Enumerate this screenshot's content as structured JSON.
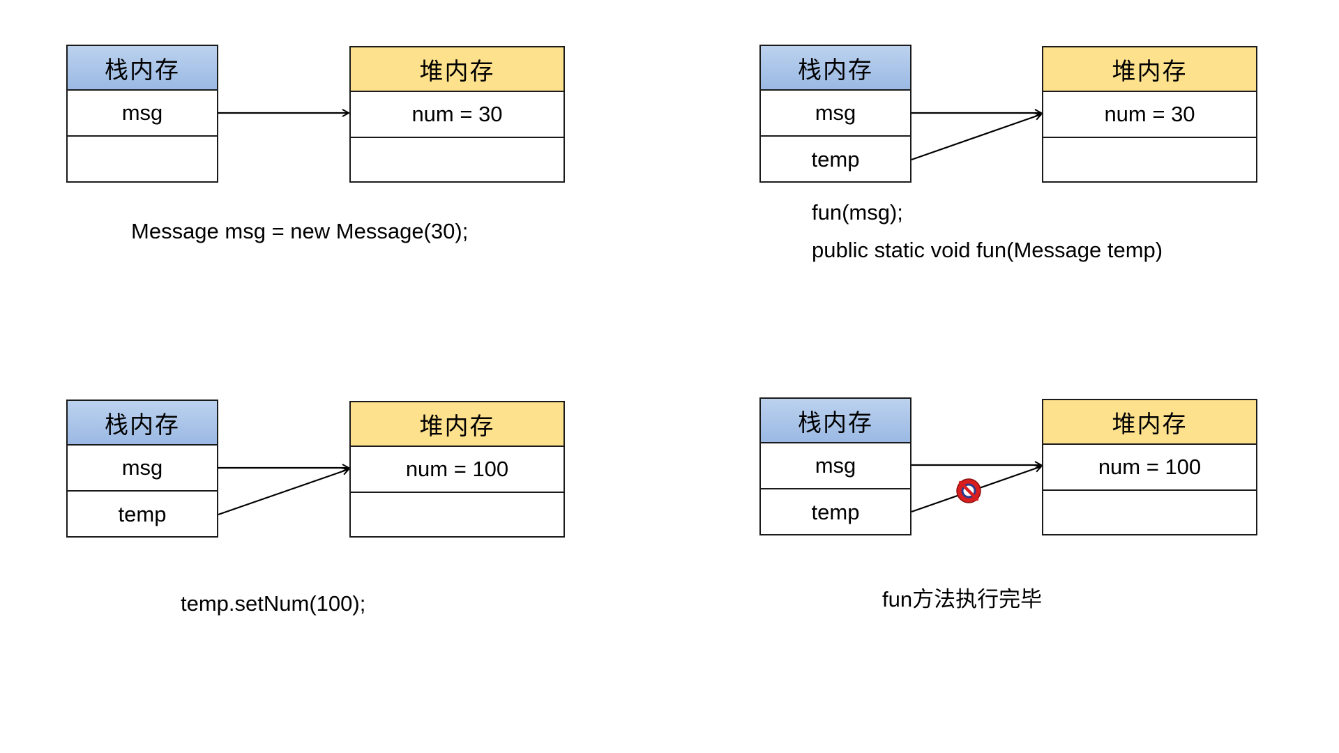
{
  "panels": [
    {
      "stack_header": "栈内存",
      "stack_rows": [
        "msg",
        ""
      ],
      "heap_header": "堆内存",
      "heap_rows": [
        "num = 30",
        ""
      ],
      "captions": [
        "Message msg = new Message(30);"
      ]
    },
    {
      "stack_header": "栈内存",
      "stack_rows": [
        "msg",
        "temp"
      ],
      "heap_header": "堆内存",
      "heap_rows": [
        "num = 30",
        ""
      ],
      "captions": [
        "fun(msg);",
        "public static void fun(Message temp)"
      ]
    },
    {
      "stack_header": "栈内存",
      "stack_rows": [
        "msg",
        "temp"
      ],
      "heap_header": "堆内存",
      "heap_rows": [
        "num = 100",
        ""
      ],
      "captions": [
        "temp.setNum(100);"
      ]
    },
    {
      "stack_header": "栈内存",
      "stack_rows": [
        "msg",
        "temp"
      ],
      "heap_header": "堆内存",
      "heap_rows": [
        "num = 100",
        ""
      ],
      "captions": [
        "fun方法执行完毕"
      ]
    }
  ],
  "colors": {
    "stack_header": "#9bb9e4",
    "heap_header": "#fde18c",
    "disconnect_icon": "#d81e1e"
  }
}
